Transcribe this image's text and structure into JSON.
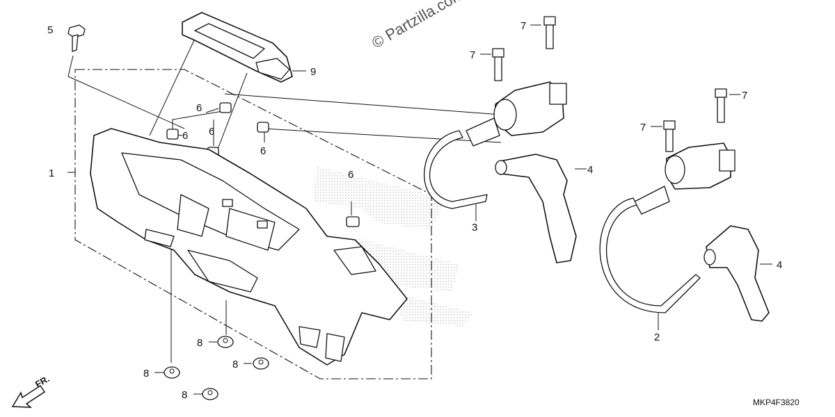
{
  "watermark": "© Partzilla.com",
  "diagram_code": "MKP4F3820",
  "front_indicator": "FR.",
  "callouts": {
    "c1": "1",
    "c2": "2",
    "c3": "3",
    "c4a": "4",
    "c4b": "4",
    "c5": "5",
    "c6a": "6",
    "c6b": "6",
    "c6c": "6",
    "c6d": "6",
    "c6e": "6",
    "c7a": "7",
    "c7b": "7",
    "c7c": "7",
    "c7d": "7",
    "c8a": "8",
    "c8b": "8",
    "c8c": "8",
    "c8d": "8",
    "c9": "9"
  }
}
